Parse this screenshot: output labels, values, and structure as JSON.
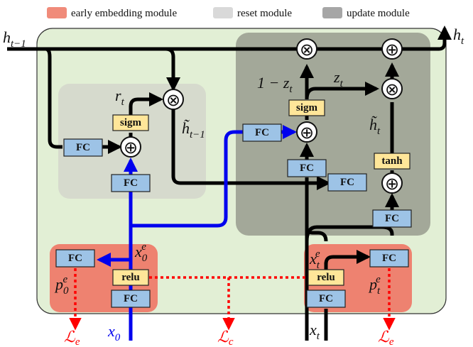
{
  "legend": [
    {
      "label": "early embedding module",
      "color": "#f08b7a"
    },
    {
      "label": "reset module",
      "color": "#d9d9d9"
    },
    {
      "label": "update module",
      "color": "#a6a6a6"
    }
  ],
  "colors": {
    "main_panel": "#e2efd5",
    "early_module": "#ee8270",
    "reset_module": "#d6dacd",
    "update_module": "#a3a899",
    "fc_box": "#9dc3e6",
    "activation_box": "#ffe699",
    "blue_path": "#0000ee",
    "loss": "#ff0000"
  },
  "labels": {
    "h_prev": "h",
    "h_prev_sub": "t−1",
    "h_t": "h",
    "h_t_sub": "t",
    "r_t": "r",
    "r_t_sub": "t",
    "h_tilde_prev": "h̃",
    "h_tilde_prev_sub": "t−1",
    "one_minus_z": "1 − z",
    "one_minus_z_sub": "t",
    "z_t": "z",
    "z_t_sub": "t",
    "h_tilde_t": "h̃",
    "h_tilde_t_sub": "t",
    "x0_e": "x",
    "x0_e_sub": "0",
    "x0_e_sup": "e",
    "xt_e": "x",
    "xt_e_sub": "t",
    "xt_e_sup": "e",
    "p0_e": "p",
    "p0_e_sub": "0",
    "p0_e_sup": "e",
    "pt_e": "p",
    "pt_e_sub": "t",
    "pt_e_sup": "e",
    "x0": "x",
    "x0_sub": "0",
    "xt": "x",
    "xt_sub": "t",
    "loss_e_left": "ℒ",
    "loss_e_left_sub": "e",
    "loss_c": "ℒ",
    "loss_c_sub": "c",
    "loss_e_right": "ℒ",
    "loss_e_right_sub": "e"
  },
  "boxes": {
    "fc": "FC",
    "sigm": "sigm",
    "tanh": "tanh",
    "relu": "relu"
  },
  "operators": {
    "multiply": "⊗",
    "add": "⊕"
  }
}
